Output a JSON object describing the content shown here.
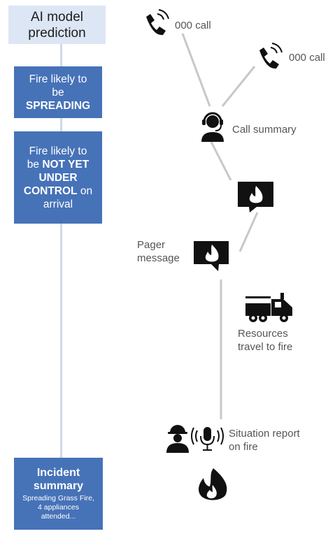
{
  "column_header": {
    "line1": "AI model",
    "line2": "prediction"
  },
  "predictions": [
    {
      "lines": [
        {
          "text": "Fire likely to",
          "bold": false
        },
        {
          "text": "be",
          "bold": false
        },
        {
          "text": "SPREADING",
          "bold": true
        }
      ]
    },
    {
      "lines": [
        {
          "text": "Fire likely to",
          "bold": false
        },
        {
          "pre": "be ",
          "bold_text": "NOT YET"
        },
        {
          "text": "UNDER",
          "bold": true
        },
        {
          "bold_text": "CONTROL",
          "post": " on"
        },
        {
          "text": "arrival",
          "bold": false
        }
      ]
    }
  ],
  "incident_summary": {
    "title_line1": "Incident",
    "title_line2": "summary",
    "detail_line1": "Spreading Grass Fire,",
    "detail_line2": "4 appliances",
    "detail_line3": "attended..."
  },
  "events": {
    "call_1": {
      "label": "000 call",
      "icon": "phone-ringing-icon"
    },
    "call_2": {
      "label": "000 call",
      "icon": "phone-ringing-icon"
    },
    "call_summary": {
      "label": "Call summary",
      "icon": "call-operator-icon"
    },
    "dispatch": {
      "icon": "fire-speech-bubble-icon"
    },
    "pager": {
      "line1": "Pager",
      "line2": "message",
      "icon": "fire-speech-bubble-icon"
    },
    "resources": {
      "line1": "Resources",
      "line2": "travel to fire",
      "icon": "fire-truck-icon"
    },
    "situation": {
      "line1": "Situation report",
      "line2": "on fire",
      "icons": [
        "firefighter-icon",
        "microphone-icon"
      ]
    },
    "fire": {
      "icon": "flame-icon"
    }
  },
  "colors": {
    "prediction_box": "#4672b8",
    "header_box": "#dde6f4",
    "connector": "#c8c8c8",
    "timeline": "#cfd9e8",
    "icon": "#111111"
  }
}
